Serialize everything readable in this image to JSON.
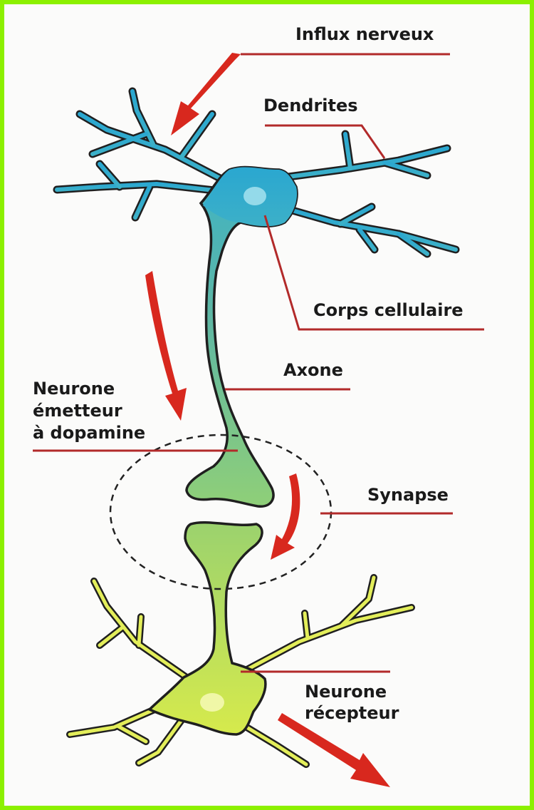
{
  "labels": {
    "influx": "Influx nerveux",
    "dendrites": "Dendrites",
    "corps": "Corps cellulaire",
    "axone": "Axone",
    "emetteur_1": "Neurone",
    "emetteur_2": "émetteur",
    "emetteur_3": "à dopamine",
    "synapse": "Synapse",
    "recepteur_1": "Neurone",
    "recepteur_2": "récepteur"
  },
  "colors": {
    "frame": "#8cf000",
    "leader_line": "#b22a2a",
    "arrow": "#d8281e",
    "outline": "#1f1f1f",
    "neuron_top": "#3aaecd",
    "neuron_mid": "#5fb7a6",
    "neuron_green": "#8ccf73",
    "neuron_receptor": "#dcec46"
  }
}
